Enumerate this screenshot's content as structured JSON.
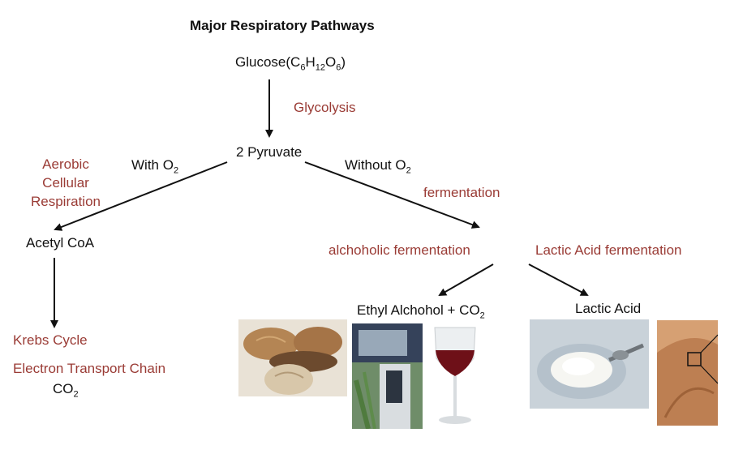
{
  "title": "Major Respiratory Pathways",
  "glucose": {
    "prefix": "Glucose(C",
    "s1": "6",
    "h": "H",
    "s2": "12",
    "o": "O",
    "s3": "6",
    "suffix": ")"
  },
  "glycolysis": "Glycolysis",
  "pyruvate": "2 Pyruvate",
  "with_o2": {
    "text": "With O",
    "sub": "2"
  },
  "without_o2": {
    "text": "Without O",
    "sub": "2"
  },
  "aerobic": [
    "Aerobic",
    "Cellular",
    "Respiration"
  ],
  "fermentation": "fermentation",
  "acetyl": "Acetyl CoA",
  "alcoholic": "alchoholic fermentation",
  "lactic_ferm": "Lactic Acid fermentation",
  "ethyl": {
    "text": "Ethyl Alchohol + CO",
    "sub": "2"
  },
  "lactic_acid": "Lactic Acid",
  "krebs": "Krebs Cycle",
  "etc": "Electron Transport Chain",
  "co2": {
    "text": "CO",
    "sub": "2"
  },
  "colors": {
    "accent_red": "#9a3b35",
    "text": "#111111",
    "arrow": "#111111"
  },
  "photos": [
    "bread-photo",
    "gas-pump-photo",
    "red-wine-photo",
    "yogurt-photo",
    "muscle-arm-photo"
  ]
}
